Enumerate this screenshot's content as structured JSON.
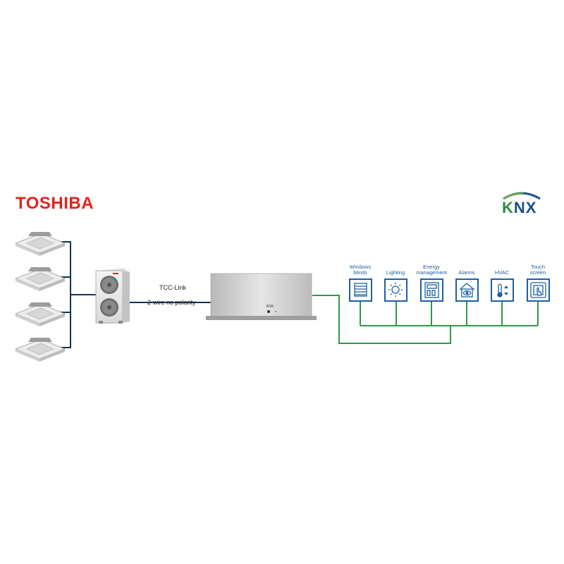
{
  "brands": {
    "left": "TOSHIBA",
    "right": "KNX",
    "knx_colors": [
      "#6aa84f",
      "#1a4f8b"
    ]
  },
  "links": {
    "line1": "TCC-Link",
    "line2": "2-wire no polarity"
  },
  "gateway_label": "KNX",
  "devices": [
    {
      "label": "Windows blinds",
      "icon": "window-blinds-icon"
    },
    {
      "label": "Lighting",
      "icon": "light-bulb-icon"
    },
    {
      "label": "Energy management",
      "icon": "energy-meter-icon"
    },
    {
      "label": "Alarms",
      "icon": "alarm-eye-icon"
    },
    {
      "label": "HVAC",
      "icon": "thermostat-icon"
    },
    {
      "label": "Touch screen",
      "icon": "touch-screen-icon"
    }
  ],
  "colors": {
    "toshiba_red": "#e2231a",
    "tcc_line": "#0d3557",
    "knx_line": "#2e9a44",
    "device_blue": "#1d5fa0"
  }
}
